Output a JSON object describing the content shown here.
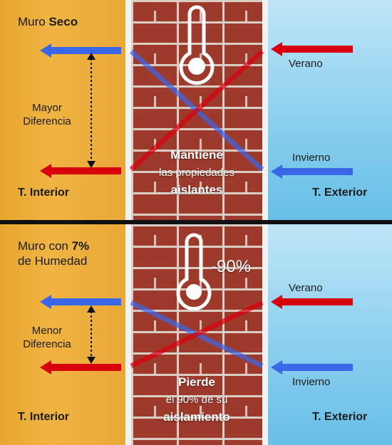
{
  "top_panel": {
    "title_plain": "Muro ",
    "title_bold": "Seco",
    "left_label": "Mayor\nDiferencia",
    "left_label_line1": "Mayor",
    "left_label_line2": "Diferencia",
    "right_top_label": "Verano",
    "right_bottom_label": "Invierno",
    "center_line1": "Mantiene",
    "center_line2": "las propiedades",
    "center_line3": "aislantes",
    "interior_label": "T. Interior",
    "exterior_label": "T. Exterior"
  },
  "bottom_panel": {
    "title_line1_plain": "Muro con ",
    "title_line1_bold": "7%",
    "title_line2": "de Humedad",
    "percentage": "-90%",
    "left_label_line1": "Menor",
    "left_label_line2": "Diferencia",
    "right_top_label": "Verano",
    "right_bottom_label": "Invierno",
    "center_line1": "Pierde",
    "center_line2": "el 90% de su",
    "center_line3": "aislamiento",
    "interior_label": "T. Interior",
    "exterior_label": "T. Exterior"
  },
  "colors": {
    "summer_arrow": "#d9000d",
    "winter_arrow": "#3a66e8",
    "interior": "#eeb040",
    "exterior": "#8fd2f0"
  },
  "icons": [
    "thermometer-icon",
    "arrow-left-icon",
    "double-arrow-icon"
  ]
}
